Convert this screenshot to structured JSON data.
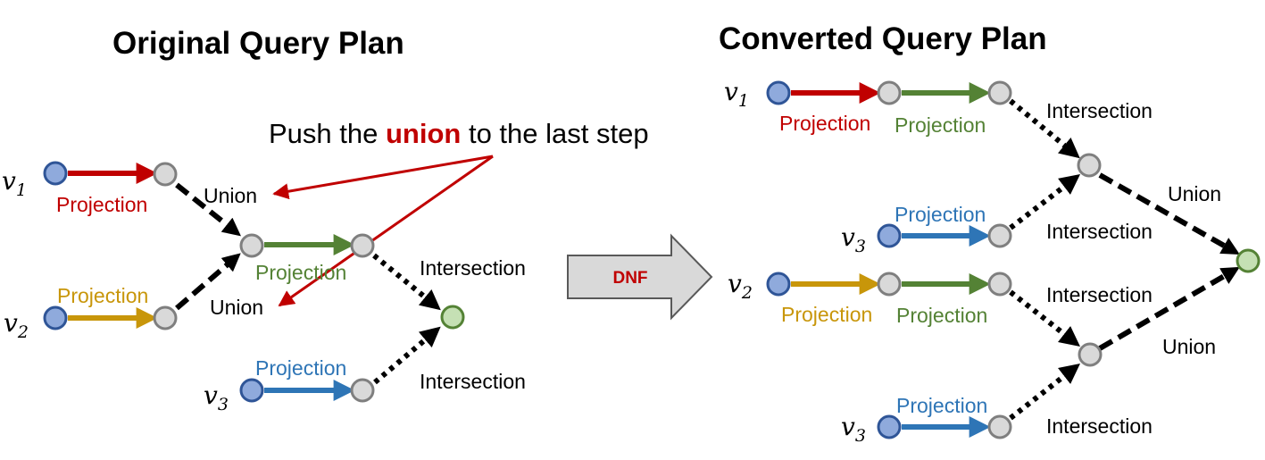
{
  "titles": {
    "original": "Original Query Plan",
    "converted": "Converted Query Plan"
  },
  "annotation": {
    "prefix": "Push the ",
    "emphasis": "union",
    "suffix": " to the last step"
  },
  "arrow_label": "DNF",
  "variables": {
    "v1": {
      "base": "v",
      "sub": "1"
    },
    "v2": {
      "base": "v",
      "sub": "2"
    },
    "v3": {
      "base": "v",
      "sub": "3"
    }
  },
  "operations": {
    "projection": "Projection",
    "union": "Union",
    "intersection": "Intersection"
  },
  "colors": {
    "projection_v1": "#c00000",
    "projection_v2": "#c8960a",
    "projection_v3": "#2e75b6",
    "projection_chain": "#548235",
    "anchor_node_fill": "#8faadc",
    "anchor_node_stroke": "#2f5597",
    "intermediate_node_fill": "#d9d9d9",
    "intermediate_node_stroke": "#7f7f7f",
    "answer_node_fill": "#c5e0b4",
    "answer_node_stroke": "#548235",
    "edge_black": "#000000",
    "dnf_arrow_fill": "#d9d9d9",
    "dnf_arrow_stroke": "#595959",
    "emphasis": "#c00000"
  }
}
